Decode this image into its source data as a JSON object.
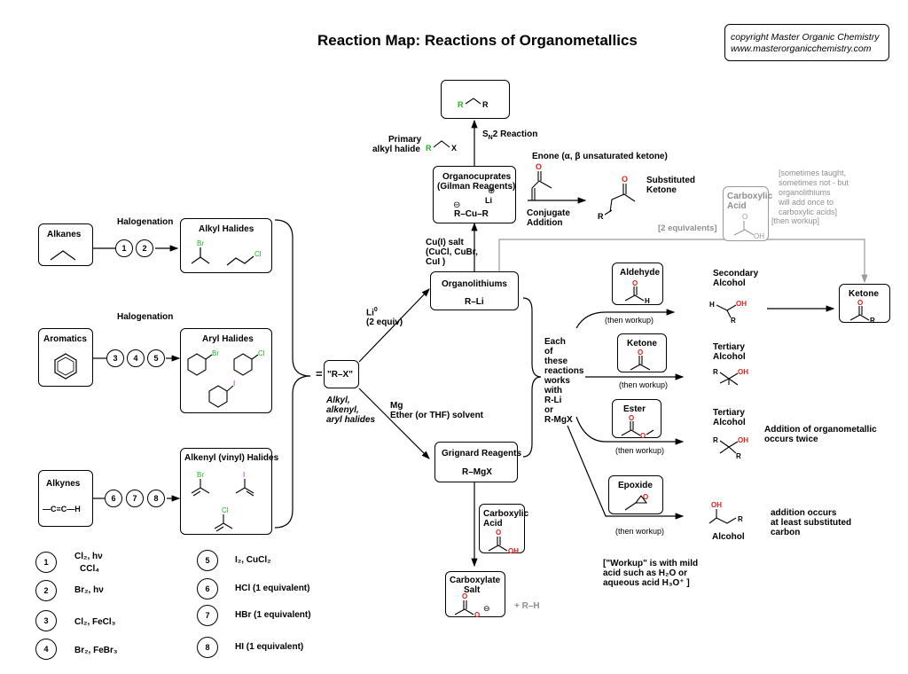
{
  "title": "Reaction Map: Reactions of Organometallics",
  "copyright": {
    "line1": "copyright Master Organic Chemistry",
    "line2": "www.masterorganicchemistry.com"
  },
  "alkanes": "Alkanes",
  "aromatics": "Aromatics",
  "alkynes": "Alkynes",
  "alkyne_formula": "—C≡C—H",
  "halogenation": "Halogenation",
  "alkyl_halides": "Alkyl Halides",
  "aryl_halides": "Aryl Halides",
  "alkenyl_halides": "Alkenyl (vinyl) Halides",
  "rx": "\"R–X\"",
  "rx_note": [
    "Alkyl,",
    "alkenyl,",
    "aryl halides"
  ],
  "li_reagent": [
    "Li",
    "(2 equiv)"
  ],
  "mg_reagent": [
    "Mg",
    "Ether (or THF) solvent"
  ],
  "cu_salt": [
    "Cu(I) salt",
    "(CuCl, CuBr,",
    "CuI )"
  ],
  "organolithiums": {
    "name": "Organolithiums",
    "formula": "R–Li"
  },
  "grignard": {
    "name": "Grignard Reagents",
    "formula": "R–MgX"
  },
  "organocuprates": {
    "name": [
      "Organocuprates",
      "(Gilman Reagents)"
    ],
    "formula": "R–Cu–R"
  },
  "sn2": "SN2 Reaction",
  "primary_halide": [
    "Primary",
    "alkyl halide"
  ],
  "enone": "Enone (α, β unsaturated ketone)",
  "conjugate": [
    "Conjugate",
    "Addition"
  ],
  "subst_ketone": [
    "Substituted",
    "Ketone"
  ],
  "each_reaction": [
    "Each",
    "of",
    "these",
    "reactions",
    "works",
    "with",
    "R-Li",
    "or",
    "R-MgX"
  ],
  "aldehyde": "Aldehyde",
  "ketone": "Ketone",
  "ester": "Ester",
  "epoxide": "Epoxide",
  "then_workup": "(then workup)",
  "secondary_alcohol": [
    "Secondary",
    "Alcohol"
  ],
  "tertiary_alcohol": [
    "Tertiary",
    "Alcohol"
  ],
  "alcohol": "Alcohol",
  "ketone_product": "Ketone",
  "twice_note": [
    "Addition of organometallic",
    "occurs twice"
  ],
  "epoxide_note": [
    "addition occurs",
    "at least substituted",
    "carbon"
  ],
  "workup_note": [
    "[\"Workup\" is with mild",
    "acid such as H₂O or",
    "aqueous acid H₃O⁺ ]"
  ],
  "carboxylic_grey": [
    "Carboxylic",
    "Acid"
  ],
  "two_equiv": "[2 equivalents]",
  "then_workup_bracket": "[then workup]",
  "sometimes_note": [
    "[sometimes taught,",
    "sometimes not - but",
    "organolithiums",
    "will add once to",
    "carboxylic acids]"
  ],
  "carboxylic_acid": [
    "Carboxylic",
    "Acid"
  ],
  "carboxylate": [
    "Carboxylate",
    "Salt"
  ],
  "plus_rh": "+ R–H",
  "legend": [
    {
      "n": "1",
      "t": "Cl₂, hν",
      "t2": "CCl₄"
    },
    {
      "n": "2",
      "t": "Br₂, hν"
    },
    {
      "n": "3",
      "t": "Cl₂, FeCl₃"
    },
    {
      "n": "4",
      "t": "Br₂, FeBr₃"
    },
    {
      "n": "5",
      "t": "I₂, CuCl₂"
    },
    {
      "n": "6",
      "t": "HCl (1 equivalent)"
    },
    {
      "n": "7",
      "t": "HBr (1 equivalent)"
    },
    {
      "n": "8",
      "t": "HI (1 equivalent)"
    }
  ],
  "colors": {
    "oxygen": "#e0221a",
    "bromine": "#22b422",
    "chlorine": "#22b422",
    "iodine": "#9b30a0",
    "grey": "#8f8f8f"
  }
}
